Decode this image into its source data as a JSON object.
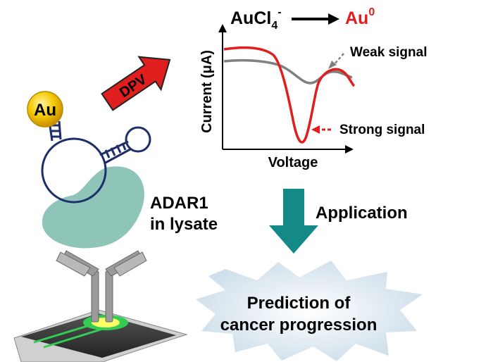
{
  "labels": {
    "gold": "Au",
    "dpv": "DPV",
    "reactant": "AuCl",
    "reactant_sub": "4",
    "reactant_sup": "-",
    "product": "Au",
    "product_sup": "0",
    "y_axis": "Current (μA)",
    "x_axis": "Voltage",
    "weak_signal": "Weak signal",
    "strong_signal": "Strong signal",
    "protein_line1": "ADAR1",
    "protein_line2": "in lysate",
    "application": "Application",
    "outcome_line1": "Prediction of",
    "outcome_line2": "cancer progression"
  },
  "colors": {
    "gold": "#e8b300",
    "strong_curve": "#e01e1e",
    "weak_curve": "#808080",
    "protein": "#8ec5b8",
    "big_arrow": "#138a86",
    "burst": "#dde8f0",
    "dpv_arrow": "#e01e1e",
    "antibody": "#9a9a9a"
  },
  "icons": {
    "gold": "gold-nanoparticle-icon",
    "probe": "hairpin-probe-icon",
    "protein": "adar1-protein-icon",
    "antibody": "antibody-icon",
    "electrode": "electrode-chip-icon"
  }
}
